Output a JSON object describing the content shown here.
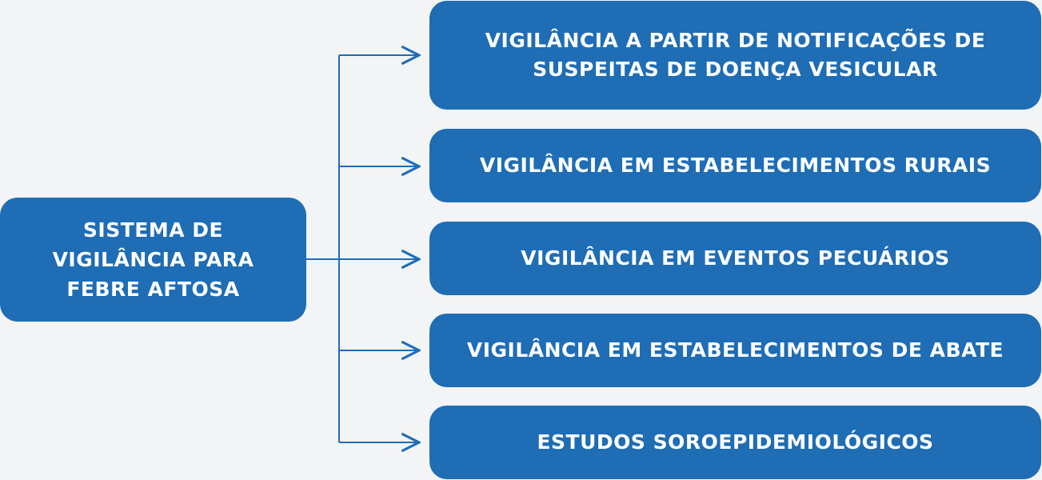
{
  "diagram": {
    "root": {
      "label": "SISTEMA DE\nVIGILÂNCIA PARA\nFEBRE AFTOSA"
    },
    "branches": [
      {
        "label": "VIGILÂNCIA A PARTIR DE NOTIFICAÇÕES DE\nSUSPEITAS DE DOENÇA VESICULAR"
      },
      {
        "label": "VIGILÂNCIA EM ESTABELECIMENTOS RURAIS"
      },
      {
        "label": "VIGILÂNCIA EM EVENTOS PECUÁRIOS"
      },
      {
        "label": "VIGILÂNCIA EM ESTABELECIMENTOS DE ABATE"
      },
      {
        "label": "ESTUDOS SOROEPIDEMIOLÓGICOS"
      }
    ],
    "colors": {
      "box_fill": "#1e6db5",
      "box_text": "#ffffff",
      "connector": "#1e6db5",
      "background": "#f3f4f6"
    }
  }
}
